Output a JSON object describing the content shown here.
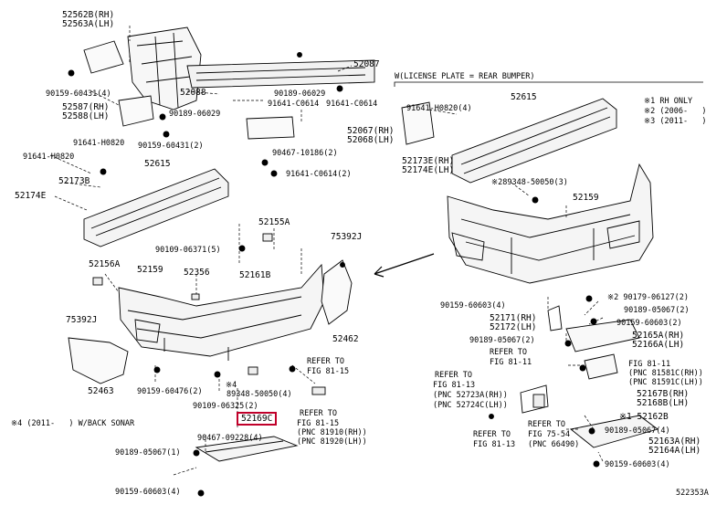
{
  "header": {
    "variant_license": "W(LICENSE PLATE = REAR BUMPER)",
    "note_1": "※1 RH ONLY",
    "note_2": "※2 (2006-   )",
    "note_3": "※3 (2011-   )",
    "note_4": "※4 (2011-   ) W/BACK SONAR",
    "catalog_number": "522353A"
  },
  "highlight": {
    "part": "52169C",
    "color": "#c0002a"
  },
  "left": {
    "p52562B": "52562B(RH)",
    "p52563A": "52563A(LH)",
    "p52087": "52087",
    "p90159_60431_4": "90159-60431(4)",
    "p52088": "52088",
    "p90189_06029_a": "90189-06029",
    "p91641_C0614_a": "91641-C0614",
    "p91641_C0614_b": "91641-C0614",
    "p52587": "52587(RH)",
    "p52588": "52588(LH)",
    "p90189_06029_b": "90189-06029",
    "p52067": "52067(RH)",
    "p52068": "52068(LH)",
    "p90159_60431_2": "90159-60431(2)",
    "p91641_H0820_a": "91641-H0820",
    "p91641_H0820_b": "91641-H0820",
    "p90467_10186": "90467-10186(2)",
    "p91641_C0614_2": "91641-C0614(2)",
    "p52615": "52615",
    "p52173B": "52173B",
    "p52174E": "52174E",
    "p52155A": "52155A",
    "p75392J": "75392J",
    "p90109_06371": "90109-06371(5)",
    "p52156A": "52156A",
    "p52159": "52159",
    "p52356": "52356",
    "p52161B": "52161B",
    "p75392J_b": "75392J",
    "p52462": "52462",
    "p52463": "52463",
    "p90159_60476": "90159-60476(2)",
    "p89348_4": "※4",
    "p89348": "89348-50050(4)",
    "p90109_06325": "90109-06325(2)",
    "ref_81_15_a": "REFER TO",
    "ref_81_15_b": "FIG 81-15",
    "ref_81_15_c": "REFER TO",
    "ref_81_15_d": "FIG 81-15",
    "ref_81_15_e": "(PNC 81910(RH))",
    "ref_81_15_f": "(PNC 81920(LH))",
    "p90467_09228": "90467-09228(4)",
    "p90189_05067_1": "90189-05067(1)",
    "p90159_60603_4": "90159-60603(4)"
  },
  "right": {
    "p91641_H0820_4": "91641-H0820(4)",
    "p52615": "52615",
    "p52173E": "52173E(RH)",
    "p52174E": "52174E(LH)",
    "p89348_3": "※289348-50050(3)",
    "p52159": "52159",
    "p90179_06127": "※2 90179-06127(2)",
    "p90159_60603_4b": "90159-60603(4)",
    "p90189_05067_2a": "90189-05067(2)",
    "p52171": "52171(RH)",
    "p52172": "52172(LH)",
    "p90159_60603_2": "90159-60603(2)",
    "p90189_05067_2b": "90189-05067(2)",
    "p52165A": "52165A(RH)",
    "p52166A": "52166A(LH)",
    "ref_81_11_a": "REFER TO",
    "ref_81_11_b": "FIG 81-11",
    "ref_81_11_c": "FIG 81-11",
    "ref_81_11_d": "(PNC 81581C(RH))",
    "ref_81_11_e": "(PNC 81591C(LH))",
    "p52167B": "52167B(RH)",
    "p52168B": "52168B(LH)",
    "ref_81_13_a": "REFER TO",
    "ref_81_13_b": "FIG 81-13",
    "ref_81_13_c": "(PNC 52723A(RH))",
    "ref_81_13_d": "(PNC 52724C(LH))",
    "ref_81_13_e": "REFER TO",
    "ref_81_13_f": "FIG 81-13",
    "ref_75_54_a": "REFER TO",
    "ref_75_54_b": "FIG 75-54",
    "ref_75_54_c": "(PNC 66490)",
    "p52162B": "※1 52162B",
    "p90189_05067_4": "90189-05067(4)",
    "p52163A": "52163A(RH)",
    "p52164A": "52164A(LH)",
    "p90159_60603_4c": "90159-60603(4)"
  }
}
